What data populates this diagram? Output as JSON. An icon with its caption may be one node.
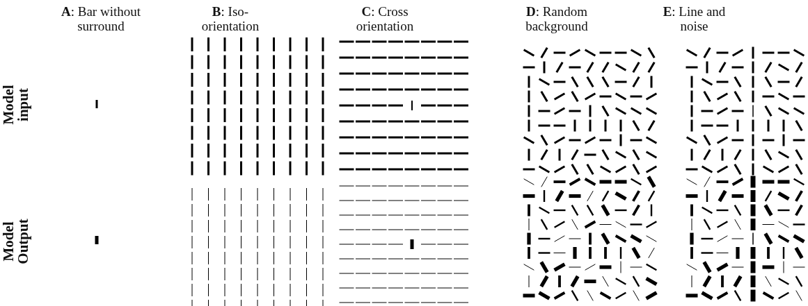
{
  "diagram": {
    "labels": [
      "**A**: Bar without surround",
      "**B**: Iso-orientation",
      "**C**: Cross orientation",
      "**D**: Random background",
      "**E**: Line and noise",
      "Model input",
      "Model Output"
    ]
  }
}
